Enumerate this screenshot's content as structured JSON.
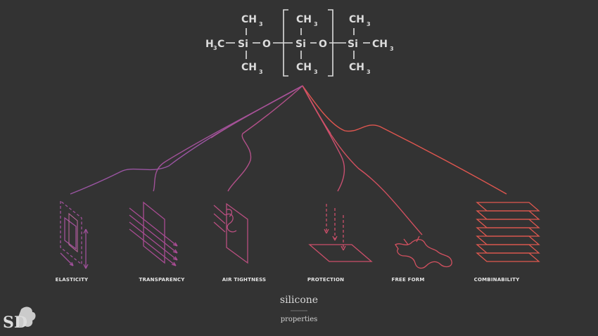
{
  "formula": {
    "ch3": "CH",
    "sub3": "3",
    "h3c_h": "H",
    "h3c_c": "C",
    "si": "Si",
    "o": "O"
  },
  "properties": [
    {
      "label": "ELASTICITY",
      "color": "#a0509a",
      "icon": "elasticity-icon"
    },
    {
      "label": "TRANSPARENCY",
      "color": "#a94c93",
      "icon": "transparency-icon"
    },
    {
      "label": "AIR TIGHTNESS",
      "color": "#b94f80",
      "icon": "air-tightness-icon"
    },
    {
      "label": "PROTECTION",
      "color": "#cc4f6a",
      "icon": "protection-icon"
    },
    {
      "label": "FREE FORM",
      "color": "#d45160",
      "icon": "free-form-icon"
    },
    {
      "label": "COMBINABILITY",
      "color": "#e0584f",
      "icon": "combinability-icon"
    }
  ],
  "caption": {
    "title": "silicone",
    "subtitle": "properties"
  },
  "logo": {
    "text": "SD"
  }
}
